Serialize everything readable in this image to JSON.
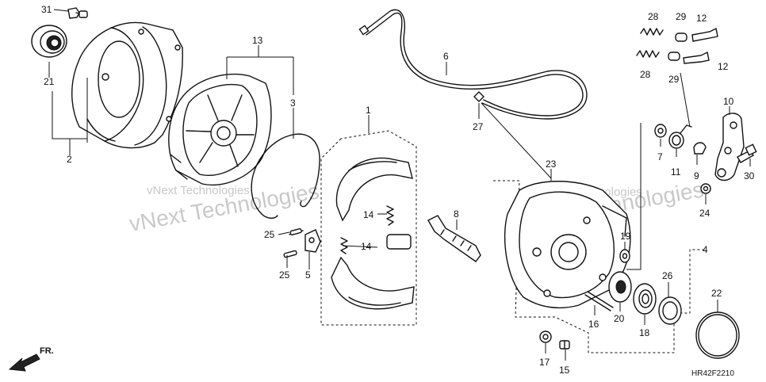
{
  "diagram": {
    "code": "HR42F2210",
    "direction_label": "FR.",
    "watermark": [
      "vNext Technologies",
      "vNext Technologies"
    ],
    "callouts": [
      {
        "id": "c31",
        "text": "31"
      },
      {
        "id": "c21",
        "text": "21"
      },
      {
        "id": "c2",
        "text": "2"
      },
      {
        "id": "c13",
        "text": "13"
      },
      {
        "id": "c3",
        "text": "3"
      },
      {
        "id": "c1",
        "text": "1"
      },
      {
        "id": "c25a",
        "text": "25"
      },
      {
        "id": "c25b",
        "text": "25"
      },
      {
        "id": "c5",
        "text": "5"
      },
      {
        "id": "c14a",
        "text": "14"
      },
      {
        "id": "c14b",
        "text": "14"
      },
      {
        "id": "c6",
        "text": "6"
      },
      {
        "id": "c27",
        "text": "27"
      },
      {
        "id": "c23",
        "text": "23"
      },
      {
        "id": "c8",
        "text": "8"
      },
      {
        "id": "c28a",
        "text": "28"
      },
      {
        "id": "c28b",
        "text": "28"
      },
      {
        "id": "c29a",
        "text": "29"
      },
      {
        "id": "c29b",
        "text": "29"
      },
      {
        "id": "c12a",
        "text": "12"
      },
      {
        "id": "c12b",
        "text": "12"
      },
      {
        "id": "c10",
        "text": "10"
      },
      {
        "id": "c7",
        "text": "7"
      },
      {
        "id": "c11",
        "text": "11"
      },
      {
        "id": "c9",
        "text": "9"
      },
      {
        "id": "c30",
        "text": "30"
      },
      {
        "id": "c24",
        "text": "24"
      },
      {
        "id": "c4",
        "text": "4"
      },
      {
        "id": "c19",
        "text": "19"
      },
      {
        "id": "c26",
        "text": "26"
      },
      {
        "id": "c22",
        "text": "22"
      },
      {
        "id": "c20",
        "text": "20"
      },
      {
        "id": "c18",
        "text": "18"
      },
      {
        "id": "c16",
        "text": "16"
      },
      {
        "id": "c17",
        "text": "17"
      },
      {
        "id": "c15",
        "text": "15"
      }
    ]
  }
}
